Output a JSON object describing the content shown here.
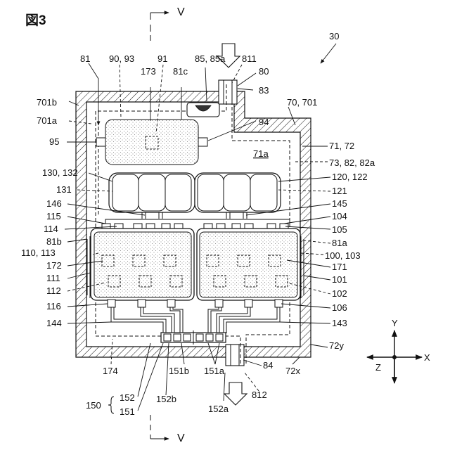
{
  "figure": {
    "title": "図3",
    "section_v_top": "V",
    "section_v_bottom": "V",
    "axes": {
      "y": "Y",
      "x": "X",
      "z": "Z"
    }
  },
  "labels": [
    {
      "id": "l30",
      "text": "30"
    },
    {
      "id": "l81",
      "text": "81"
    },
    {
      "id": "l9093",
      "text": "90, 93"
    },
    {
      "id": "l91",
      "text": "91"
    },
    {
      "id": "l8585a",
      "text": "85, 85a"
    },
    {
      "id": "l811",
      "text": "811"
    },
    {
      "id": "l80",
      "text": "80"
    },
    {
      "id": "l173",
      "text": "173"
    },
    {
      "id": "l81c",
      "text": "81c"
    },
    {
      "id": "l83",
      "text": "83"
    },
    {
      "id": "l701b",
      "text": "701b"
    },
    {
      "id": "l70701",
      "text": "70, 701"
    },
    {
      "id": "l701a",
      "text": "701a"
    },
    {
      "id": "l94",
      "text": "94"
    },
    {
      "id": "l95",
      "text": "95"
    },
    {
      "id": "l7172",
      "text": "71, 72"
    },
    {
      "id": "l71a",
      "text": "71a"
    },
    {
      "id": "l738282a",
      "text": "73, 82, 82a"
    },
    {
      "id": "l130132",
      "text": "130, 132"
    },
    {
      "id": "l120122",
      "text": "120, 122"
    },
    {
      "id": "l131",
      "text": "131"
    },
    {
      "id": "l121",
      "text": "121"
    },
    {
      "id": "l146",
      "text": "146"
    },
    {
      "id": "l145",
      "text": "145"
    },
    {
      "id": "l115",
      "text": "115"
    },
    {
      "id": "l104",
      "text": "104"
    },
    {
      "id": "l114",
      "text": "114"
    },
    {
      "id": "l105",
      "text": "105"
    },
    {
      "id": "l81b",
      "text": "81b"
    },
    {
      "id": "l81a",
      "text": "81a"
    },
    {
      "id": "l110113",
      "text": "110, 113"
    },
    {
      "id": "l100103",
      "text": "100, 103"
    },
    {
      "id": "l172",
      "text": "172"
    },
    {
      "id": "l171",
      "text": "171"
    },
    {
      "id": "l111",
      "text": "111"
    },
    {
      "id": "l101",
      "text": "101"
    },
    {
      "id": "l112",
      "text": "112"
    },
    {
      "id": "l102",
      "text": "102"
    },
    {
      "id": "l116",
      "text": "116"
    },
    {
      "id": "l106",
      "text": "106"
    },
    {
      "id": "l144",
      "text": "144"
    },
    {
      "id": "l143",
      "text": "143"
    },
    {
      "id": "l72y",
      "text": "72y"
    },
    {
      "id": "l84",
      "text": "84"
    },
    {
      "id": "l174",
      "text": "174"
    },
    {
      "id": "l151b",
      "text": "151b"
    },
    {
      "id": "l151a",
      "text": "151a"
    },
    {
      "id": "l72x",
      "text": "72x"
    },
    {
      "id": "l152",
      "text": "152"
    },
    {
      "id": "l150",
      "text": "150"
    },
    {
      "id": "l151",
      "text": "151"
    },
    {
      "id": "l152b",
      "text": "152b"
    },
    {
      "id": "l152a",
      "text": "152a"
    },
    {
      "id": "l812",
      "text": "812"
    }
  ]
}
